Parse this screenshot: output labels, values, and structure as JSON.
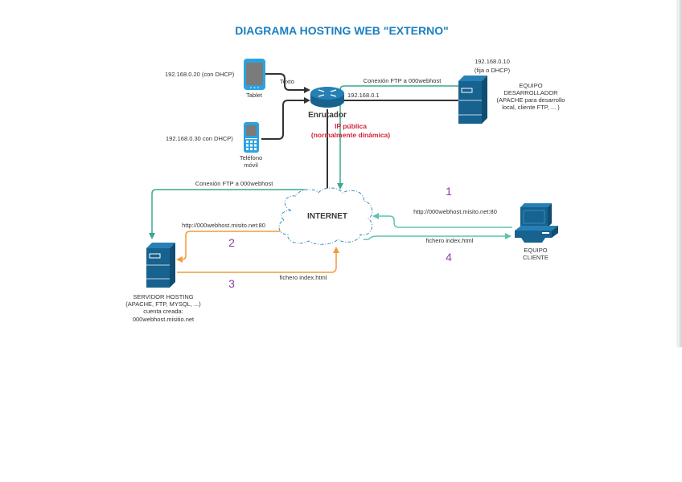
{
  "title": "DIAGRAMA HOSTING WEB  \"EXTERNO\"",
  "colors": {
    "title": "#1a7fc1",
    "device": "#17628f",
    "ftp_line": "#3aaa8e",
    "client_line": "#5ec4ae",
    "hosting_line": "#f39a3c",
    "ethernet": "#333333",
    "step_number": "#8b3fa0",
    "public_ip": "#d2233c",
    "cloud_border": "#3d8fc4"
  },
  "devices": {
    "tablet": {
      "name": "Tablet",
      "ip": "192.168.0.20 (con DHCP)"
    },
    "phone": {
      "name_line1": "Teléfono",
      "name_line2": "móvil",
      "ip": "192.168.0.30 con DHCP)"
    },
    "router": {
      "name": "Enrutador",
      "lan_ip": "192.168.0.1",
      "public_ip_line1": "IP pública",
      "public_ip_line2": "(normalmente dinámica)"
    },
    "developer": {
      "ip_line1": "192.168.0.10",
      "ip_line2": "(fija o DHCP)",
      "label_lines": [
        "EQUIPO",
        "DESARROLLADOR",
        "(APACHE para desarrollo",
        "local, cliente FTP, ... )"
      ]
    },
    "internet": {
      "name": "INTERNET"
    },
    "hosting_server": {
      "label_lines": [
        "SERVIDOR HOSTING",
        "(APACHE, FTP, MYSQL, ...)",
        "cuenta creada:",
        "000webhost.misitio.net"
      ]
    },
    "client": {
      "label_lines": [
        "EQUIPO",
        "CLIENTE"
      ]
    }
  },
  "connections": {
    "tablet_link_label": "Texto",
    "ftp_dev_label": "Conexión FTP a 000webhost",
    "ftp_hosting_label": "Conexión FTP a 000webhost",
    "request_client_label": "http://000webhost.misito.net:80",
    "request_hosting_label": "http://000webhost.misito.net:80",
    "response_hosting_label": "fichero index.html",
    "response_client_label": "fichero index.html"
  },
  "steps": [
    "1",
    "2",
    "3",
    "4"
  ]
}
